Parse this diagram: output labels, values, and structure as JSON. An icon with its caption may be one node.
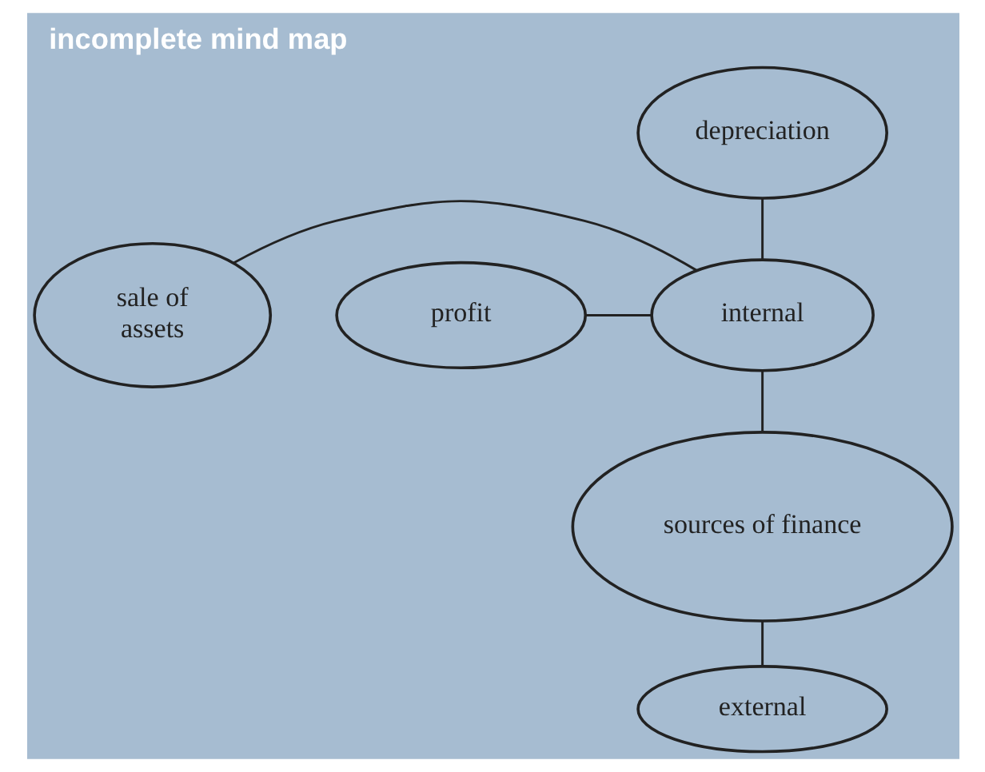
{
  "diagram": {
    "title": "incomplete mind map",
    "nodes": [
      {
        "text": [
          "depreciation"
        ]
      },
      {
        "text": [
          "sale of assets"
        ]
      },
      {
        "text": [
          "profit"
        ]
      },
      {
        "text": [
          "internal"
        ]
      },
      {
        "text": [
          "sources of finance"
        ]
      },
      {
        "text": [
          "external"
        ]
      }
    ],
    "edges": [
      {
        "from": 0,
        "to": 3,
        "arrow": "none"
      },
      {
        "from": 1,
        "to": 3,
        "arrow": "none"
      },
      {
        "from": 2,
        "to": 3,
        "arrow": "none"
      },
      {
        "from": 3,
        "to": 4,
        "arrow": "none"
      },
      {
        "from": 4,
        "to": 5,
        "arrow": "none"
      }
    ]
  }
}
